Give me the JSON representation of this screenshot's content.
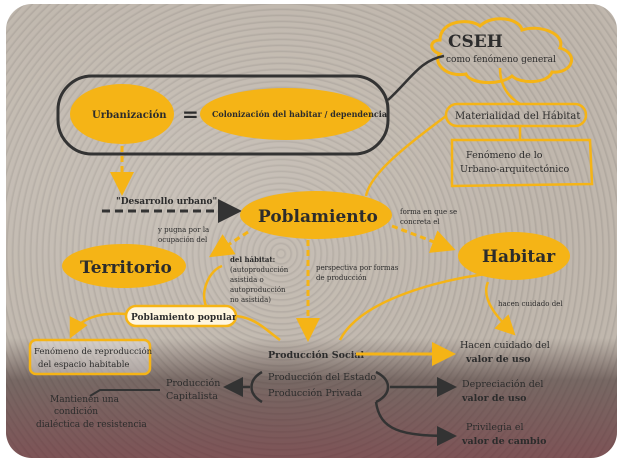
{
  "nodes": {
    "cseh": "CSEH",
    "cseh_sub": "como fenómeno general",
    "urbanizacion": "Urbanización",
    "equals": "=",
    "colonizacion": "Colonización del habitar / dependencia",
    "materialidad": "Materialidad del Hábitat",
    "fenomeno_urbano_1": "Fenómeno de lo",
    "fenomeno_urbano_2": "Urbano-arquitectónico",
    "desarrollo": "\"Desarrollo urbano\"",
    "poblamiento": "Poblamiento",
    "forma_1": "forma en que se",
    "forma_2": "concreta el",
    "territorio": "Territorio",
    "pugna_1": "y pugna por la",
    "pugna_2": "ocupación del",
    "habitar": "Habitar",
    "del_habitat_1": "del hábitat:",
    "del_habitat_2": "(autoproducción",
    "del_habitat_3": "asistida o",
    "del_habitat_4": "autoproducción",
    "del_habitat_5": "no asistida)",
    "perspectiva_1": "perspectiva por formas",
    "perspectiva_2": "de producción",
    "hacen_cuidado_del": "hacen cuidado del",
    "poblamiento_popular": "Poblamiento popular",
    "fenomeno_repro_1": "Fenómeno de reproducción",
    "fenomeno_repro_2": "del espacio habitable",
    "produccion_social": "Producción Social",
    "hacen_cuidado_1": "Hacen cuidado del",
    "hacen_cuidado_2": "valor de uso",
    "produccion_capitalista_1": "Producción",
    "produccion_capitalista_2": "Capitalista",
    "produccion_estado": "Producción del Estado",
    "produccion_privada": "Producción Privada",
    "depreciacion_1": "Depreciación del",
    "depreciacion_2": "valor de uso",
    "mantienen_1": "Mantienen una",
    "mantienen_2": "condición",
    "mantienen_3": "dialéctica de resistencia",
    "privilegia_1": "Privilegia el",
    "privilegia_2": "valor de cambio"
  },
  "colors": {
    "accent": "#f5b416",
    "stroke": "#f5b416",
    "dark": "#333333",
    "text": "#2c2c2c"
  }
}
